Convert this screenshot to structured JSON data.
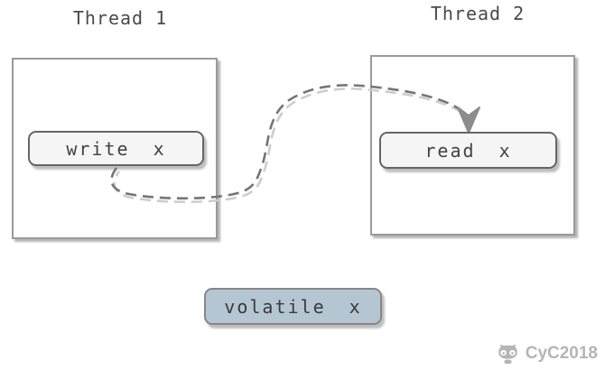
{
  "diagram": {
    "thread1": {
      "title": "Thread 1",
      "node_label": "write x"
    },
    "thread2": {
      "title": "Thread 2",
      "node_label": "read x"
    },
    "volatile_node_label": "volatile x"
  },
  "watermark": {
    "text": "CyC2018",
    "icon": "octocat-icon"
  },
  "colors": {
    "text": "#4a4a4a",
    "box-border": "#9a9a9a",
    "node-border": "#666666",
    "node-fill": "#f5f5f5",
    "volatile-fill": "#b4c6d2",
    "arrow-dark": "#757575",
    "arrow-light": "#cdcdcd",
    "arrowhead": "#8c8c8c",
    "watermark": "#b5b5b5"
  }
}
